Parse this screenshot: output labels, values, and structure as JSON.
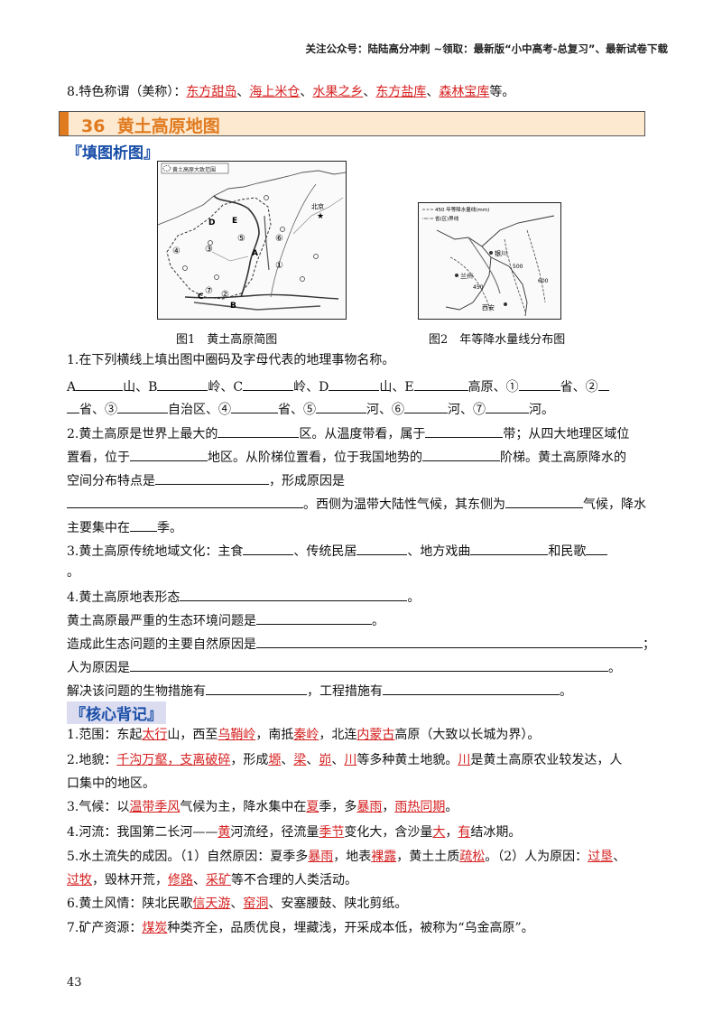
{
  "header_note": "关注公众号：陆陆高分冲刺  ~领取：最新版“小中高考-总复习”、最新试卷下载",
  "item8": {
    "prefix": "8.特色称谓（美称）：",
    "names": [
      "东方甜岛",
      "海上米仓",
      "水果之乡",
      "东方盐库",
      "森林宝库"
    ],
    "sep": "、",
    "suffix": "等。"
  },
  "section": {
    "number": "36",
    "title": "黄土高原地图"
  },
  "tag_fill": "『填图析图』",
  "figure1": {
    "legend": "黄土高原大致范围",
    "caption": "图1　黄土高原简图",
    "labels": [
      "D",
      "E",
      "A",
      "B",
      "C",
      "④",
      "③",
      "②",
      "①",
      "⑤",
      "⑥",
      "⑦",
      "北京"
    ]
  },
  "figure2": {
    "legend1": "450 年等降水量线(mm)",
    "legend2": "省(区)界线",
    "caption": "图2　年等降水量线分布图",
    "cities": [
      "银川",
      "兰州",
      "西安"
    ],
    "isolines": [
      "450",
      "500",
      "600"
    ]
  },
  "fill": {
    "q1_title": "1.在下列横线上填出图中圈码及字母代表的地理事物名称。",
    "q1_l1": [
      "A",
      "山、B",
      "岭、C",
      "岭、D",
      "山、E",
      "高原、①",
      "省、②"
    ],
    "q1_l2": [
      "省、③",
      "自治区、④",
      "省、⑤",
      "河、⑥",
      "河、⑦",
      "河。"
    ],
    "q2_l1": [
      "2.黄土高原是世界上最大的",
      "区。从温度带看，属于",
      "带；从四大地理区域位"
    ],
    "q2_l2": [
      "置看，位于",
      "地区。从阶梯位置看，位于我国地势的",
      "阶梯。黄土高原降水的"
    ],
    "q2_l3": [
      "空间分布特点是",
      "，形成原因是"
    ],
    "q2_l4": [
      "。西侧为温带大陆性气候，其东侧为",
      "气候，降水"
    ],
    "q2_l5": [
      "主要集中在",
      "季。"
    ],
    "q3_l1": [
      "3.黄土高原传统地域文化：主食",
      "、传统民居",
      "、地方戏曲",
      "和民歌"
    ],
    "q3_l2": "。",
    "q4_l1": [
      "4.黄土高原地表形态",
      "。"
    ],
    "q4_l2": [
      "黄土高原最严重的生态环境问题是",
      "。"
    ],
    "q4_l3": [
      "造成此生态问题的主要自然原因是",
      "；"
    ],
    "q4_l4": [
      "人为原因是",
      "。"
    ],
    "q4_l5": [
      "解决该问题的生物措施有",
      "，工程措施有",
      "。"
    ]
  },
  "tag_core": "『核心背记』",
  "core": {
    "c1": [
      [
        "1.范围：东起",
        false
      ],
      [
        "太行",
        true
      ],
      [
        "山，西至",
        false
      ],
      [
        "乌鞘岭",
        true
      ],
      [
        "，南抵",
        false
      ],
      [
        "秦岭",
        true
      ],
      [
        "，北连",
        false
      ],
      [
        "内蒙古",
        true
      ],
      [
        "高原（大致以长城为界）。",
        false
      ]
    ],
    "c2a": [
      [
        "2.地貌：",
        false
      ],
      [
        "千沟万壑，支离破碎",
        true
      ],
      [
        "，形成",
        false
      ],
      [
        "塬",
        true
      ],
      [
        "、",
        false
      ],
      [
        "梁",
        true
      ],
      [
        "、",
        false
      ],
      [
        "峁",
        true
      ],
      [
        "、",
        false
      ],
      [
        "川",
        true
      ],
      [
        "等多种黄土地貌。",
        false
      ],
      [
        "川",
        true
      ],
      [
        "是黄土高原农业较发达，人",
        false
      ]
    ],
    "c2b": "口集中的地区。",
    "c3": [
      [
        "3.气候：以",
        false
      ],
      [
        "温带季风",
        true
      ],
      [
        "气候为主，降水集中在",
        false
      ],
      [
        "夏",
        true
      ],
      [
        "季，多",
        false
      ],
      [
        "暴雨",
        true
      ],
      [
        "，",
        false
      ],
      [
        "雨热同期",
        true
      ],
      [
        "。",
        false
      ]
    ],
    "c4": [
      [
        "4.河流：我国第二长河——",
        false
      ],
      [
        "黄",
        true
      ],
      [
        "河流经，径流量",
        false
      ],
      [
        "季节",
        true
      ],
      [
        "变化大，含沙量",
        false
      ],
      [
        "大",
        true
      ],
      [
        "，",
        false
      ],
      [
        "有",
        true
      ],
      [
        "结冰期。",
        false
      ]
    ],
    "c5a": [
      [
        "5.水土流失的成因。（1）自然原因：夏季多",
        false
      ],
      [
        "暴雨",
        true
      ],
      [
        "，地表",
        false
      ],
      [
        "裸露",
        true
      ],
      [
        "，黄土土质",
        false
      ],
      [
        "疏松",
        true
      ],
      [
        "。（2）人为原因：",
        false
      ],
      [
        "过垦",
        true
      ],
      [
        "、",
        false
      ]
    ],
    "c5b": [
      [
        "过牧",
        true
      ],
      [
        "，毁林开荒，",
        false
      ],
      [
        "修路",
        true
      ],
      [
        "、",
        false
      ],
      [
        "采矿",
        true
      ],
      [
        "等不合理的人类活动。",
        false
      ]
    ],
    "c6": [
      [
        "6.黄土风情：陕北民歌",
        false
      ],
      [
        "信天游",
        true
      ],
      [
        "、",
        false
      ],
      [
        "窑洞",
        true
      ],
      [
        "、安塞腰鼓、陕北剪纸。",
        false
      ]
    ],
    "c7": [
      [
        "7.矿产资源：",
        false
      ],
      [
        "煤炭",
        true
      ],
      [
        "种类齐全，品质优良，埋藏浅，开采成本低，被称为“乌金高原”。",
        false
      ]
    ]
  },
  "page_number": "43",
  "colors": {
    "answer_red": "#d62020",
    "section_orange": "#e07a1f",
    "tag_blue": "#1a4fa8"
  }
}
